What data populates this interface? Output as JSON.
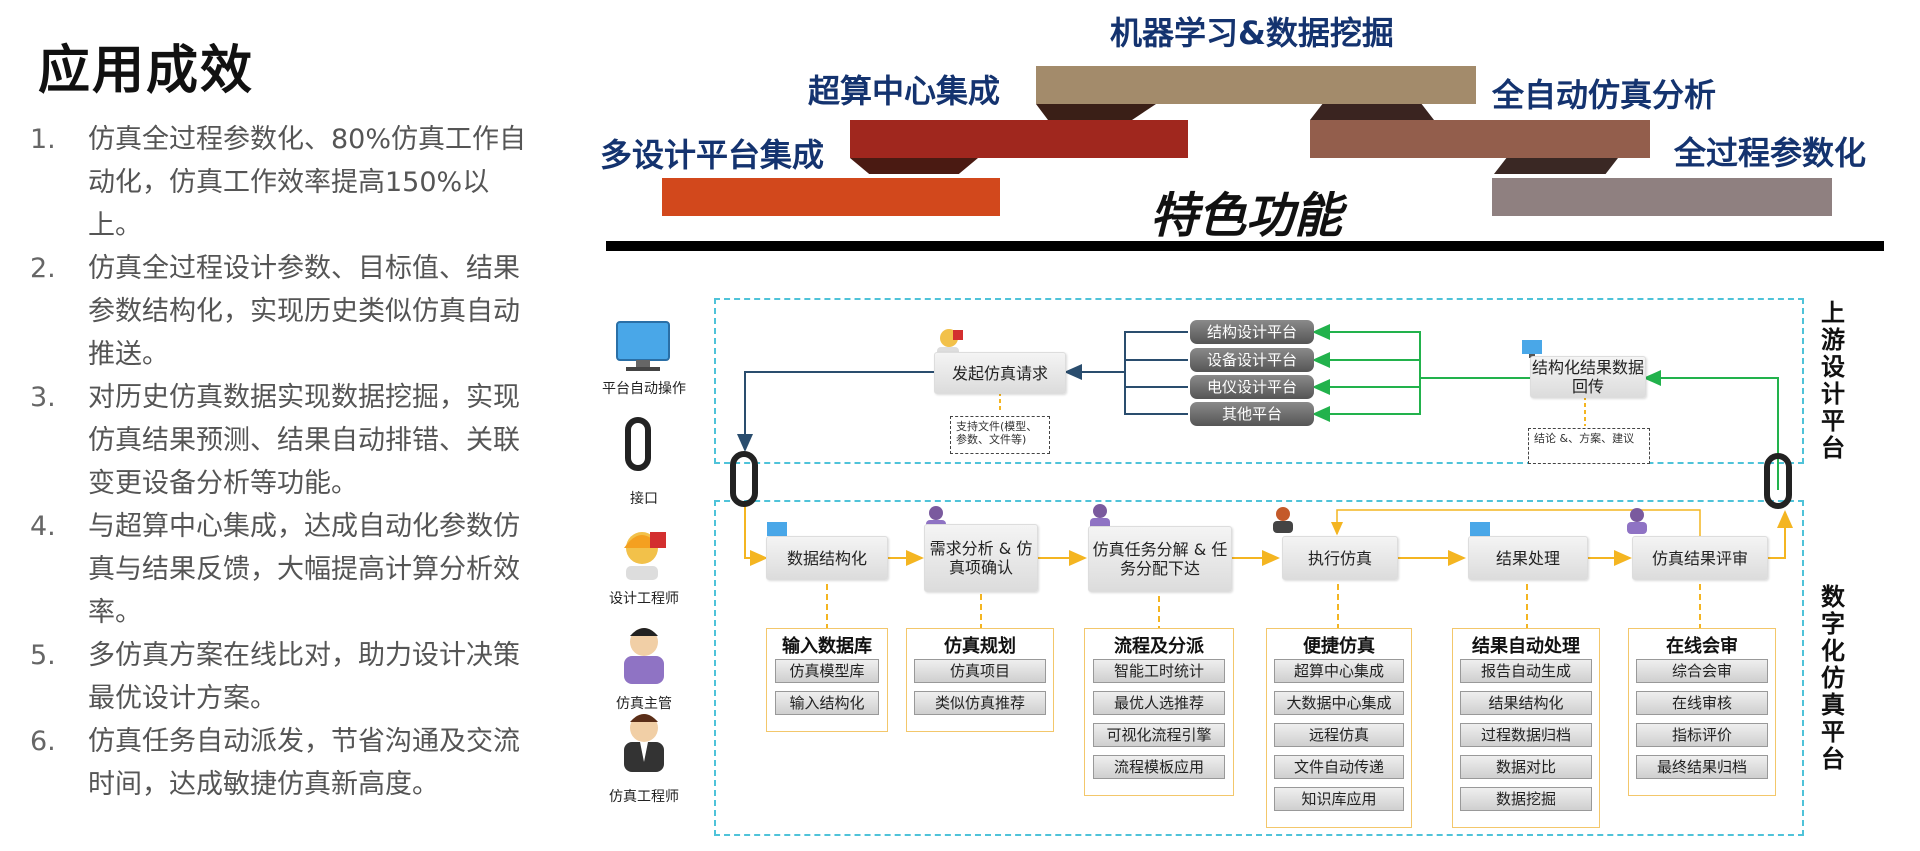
{
  "page_title": "应用成效",
  "achievements": [
    {
      "num": "1.",
      "text": "仿真全过程参数化、80%仿真工作自动化，仿真工作效率提高150%以上。"
    },
    {
      "num": "2.",
      "text": "仿真全过程设计参数、目标值、结果参数结构化，实现历史类似仿真自动推送。"
    },
    {
      "num": "3.",
      "text": "对历史仿真数据实现数据挖掘，实现仿真结果预测、结果自动排错、关联变更设备分析等功能。"
    },
    {
      "num": "4.",
      "text": "与超算中心集成，达成自动化参数仿真与结果反馈，大幅提高计算分析效率。"
    },
    {
      "num": "5.",
      "text": "多仿真方案在线比对，助力设计决策最优设计方案。"
    },
    {
      "num": "6.",
      "text": "仿真任务自动派发，节省沟通及交流时间，达成敏捷仿真新高度。"
    }
  ],
  "features": {
    "title": "特色功能",
    "items": {
      "ml": "机器学习&数据挖掘",
      "supercomputing": "超算中心集成",
      "auto_analysis": "全自动仿真分析",
      "multi_platform": "多设计平台集成",
      "full_param": "全过程参数化"
    },
    "colors": {
      "orange": "#d2481c",
      "red": "#a0271e",
      "tan": "#a38b6b",
      "brown": "#935e4c",
      "gray": "#8f8080"
    }
  },
  "roles": {
    "platform_auto": "平台自动操作",
    "interface": "接口",
    "design_engineer": "设计工程师",
    "sim_manager": "仿真主管",
    "sim_engineer": "仿真工程师"
  },
  "upstream": {
    "label": "上游设计平台",
    "initiate": "发起仿真请求",
    "initiate_note": "支持文件(模型、参数、文件等)",
    "platforms": [
      "结构设计平台",
      "设备设计平台",
      "电仪设计平台",
      "其他平台"
    ],
    "result_return": "结构化结果数据回传",
    "result_note": "结论 &、方案、建议"
  },
  "digital": {
    "label": "数字化仿真平台",
    "steps": [
      "数据结构化",
      "需求分析 & 仿真项确认",
      "仿真任务分解 & 任务分配下达",
      "执行仿真",
      "结果处理",
      "仿真结果评审"
    ],
    "modules": [
      {
        "title": "输入数据库",
        "items": [
          "仿真模型库",
          "输入结构化"
        ]
      },
      {
        "title": "仿真规划",
        "items": [
          "仿真项目",
          "类似仿真推荐"
        ]
      },
      {
        "title": "流程及分派",
        "items": [
          "智能工时统计",
          "最优人选推荐",
          "可视化流程引擎",
          "流程模板应用"
        ]
      },
      {
        "title": "便捷仿真",
        "items": [
          "超算中心集成",
          "大数据中心集成",
          "远程仿真",
          "文件自动传递",
          "知识库应用"
        ]
      },
      {
        "title": "结果自动处理",
        "items": [
          "报告自动生成",
          "结果结构化",
          "过程数据归档",
          "数据对比",
          "数据挖掘"
        ]
      },
      {
        "title": "在线会审",
        "items": [
          "综合会审",
          "在线审核",
          "指标评价",
          "最终结果归档"
        ]
      }
    ]
  }
}
